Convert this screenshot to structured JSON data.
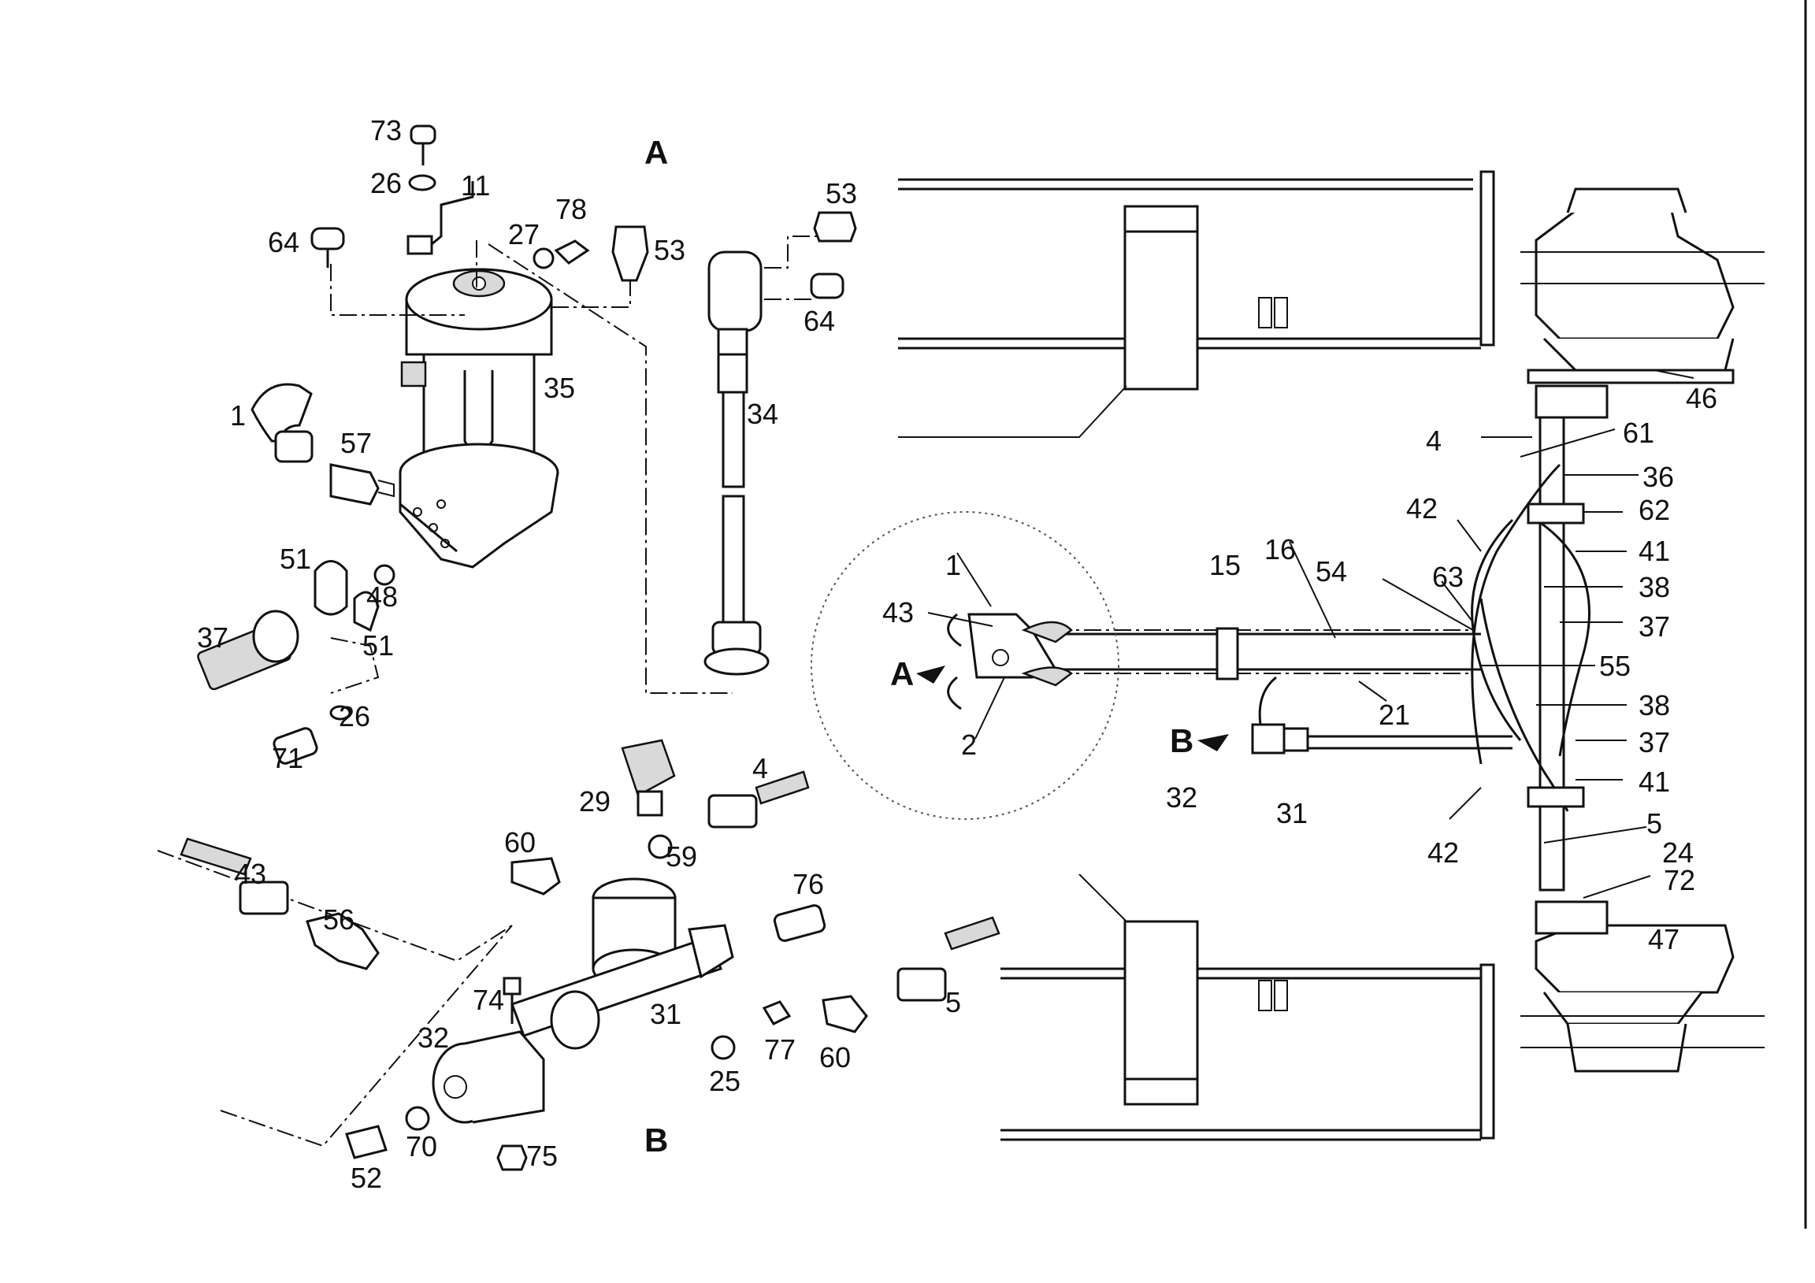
{
  "sections": {
    "a": "A",
    "b": "B"
  },
  "callouts": {
    "a_arrow": "A",
    "b_arrow": "B"
  },
  "labels": [
    "73",
    "26",
    "11",
    "64",
    "27",
    "78",
    "53",
    "35",
    "1",
    "57",
    "51",
    "48",
    "37",
    "51",
    "71",
    "26",
    "53",
    "64",
    "34",
    "29",
    "4",
    "60",
    "59",
    "76",
    "43",
    "56",
    "74",
    "32",
    "31",
    "5",
    "25",
    "77",
    "60",
    "70",
    "52",
    "75",
    "46",
    "4",
    "61",
    "36",
    "42",
    "62",
    "41",
    "63",
    "38",
    "37",
    "55",
    "38",
    "37",
    "41",
    "42",
    "5",
    "24",
    "72",
    "47",
    "1",
    "43",
    "2",
    "15",
    "16",
    "54",
    "21",
    "32",
    "31"
  ],
  "colors": {
    "ink": "#111111",
    "paper": "#ffffff",
    "shade": "#d9d9d9"
  }
}
